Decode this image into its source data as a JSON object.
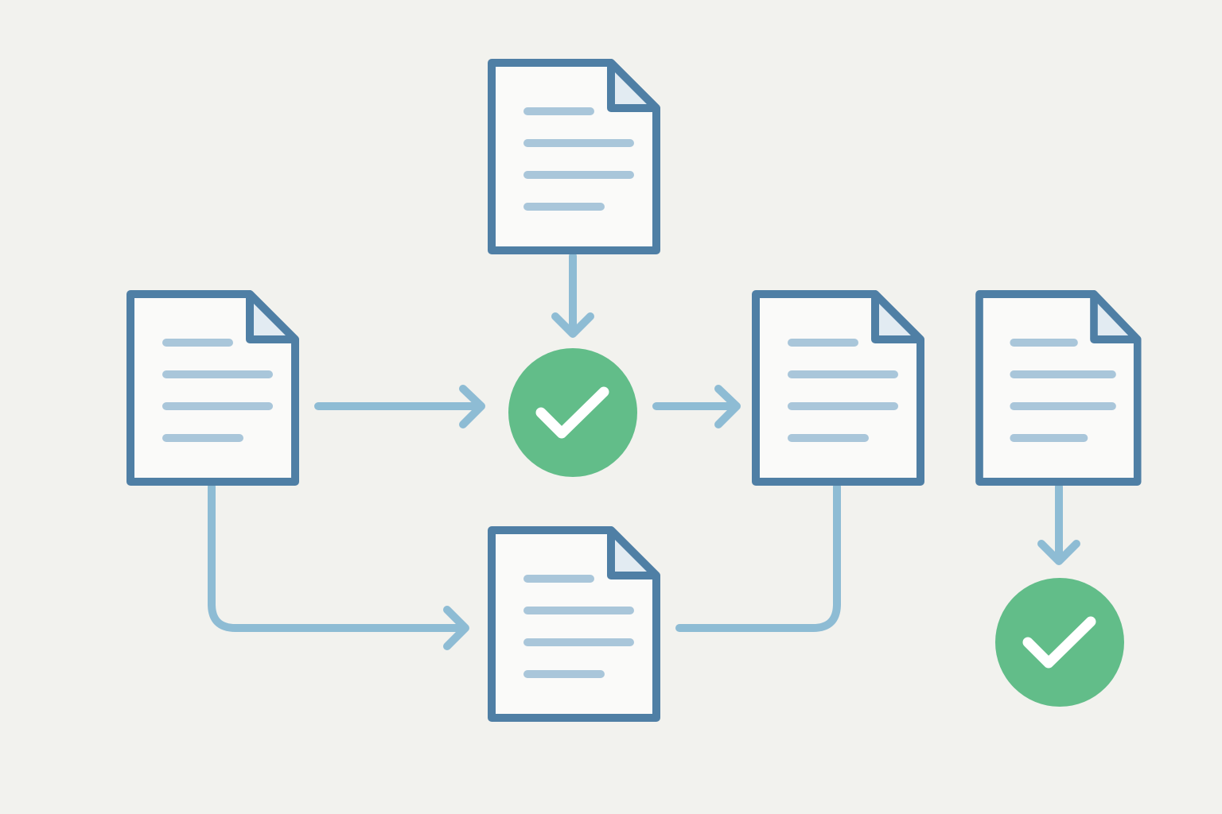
{
  "diagram": {
    "nodes": [
      {
        "id": "doc-top",
        "kind": "document-icon"
      },
      {
        "id": "doc-left",
        "kind": "document-icon"
      },
      {
        "id": "doc-bottom",
        "kind": "document-icon"
      },
      {
        "id": "doc-right",
        "kind": "document-icon"
      },
      {
        "id": "doc-far-right",
        "kind": "document-icon"
      },
      {
        "id": "check-center",
        "kind": "check-circle-icon"
      },
      {
        "id": "check-bottom-right",
        "kind": "check-circle-icon"
      }
    ],
    "edges": [
      {
        "from": "doc-top",
        "to": "check-center"
      },
      {
        "from": "doc-left",
        "to": "check-center"
      },
      {
        "from": "check-center",
        "to": "doc-right"
      },
      {
        "from": "doc-left",
        "to": "doc-bottom"
      },
      {
        "from": "doc-bottom",
        "to": "doc-right"
      },
      {
        "from": "doc-far-right",
        "to": "check-bottom-right"
      }
    ],
    "colors": {
      "background": "#f2f2ee",
      "document_border": "#4f7fa5",
      "document_fill": "#fafaf9",
      "document_lines": "#a9c6da",
      "connector": "#8ebcd4",
      "check_fill": "#62bd89",
      "check_mark": "#ffffff"
    }
  }
}
